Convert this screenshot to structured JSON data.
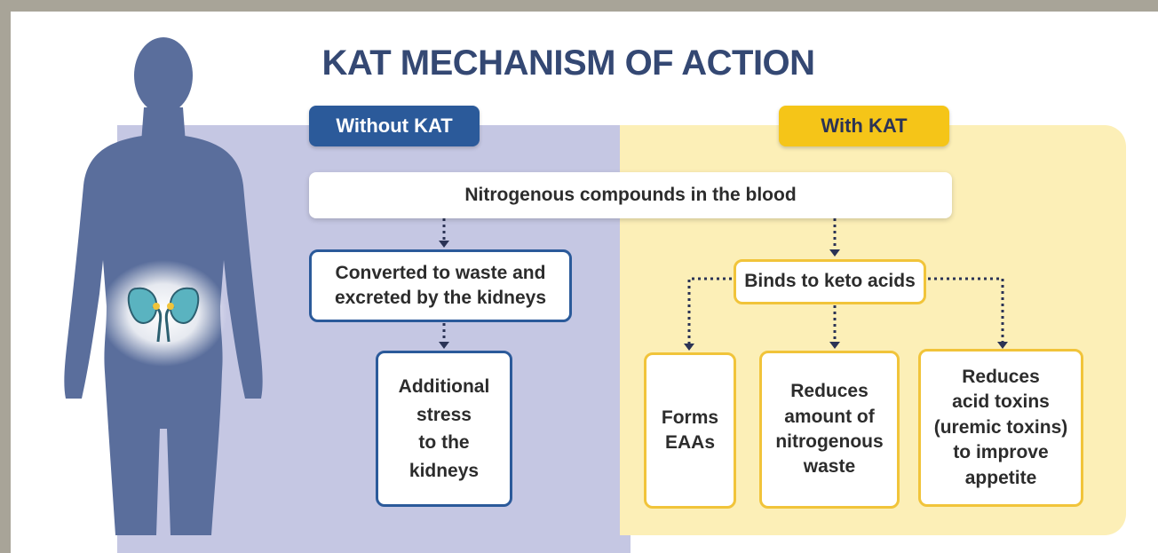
{
  "title": "KAT MECHANISM OF ACTION",
  "tabs": {
    "without": "Without KAT",
    "with": "With KAT"
  },
  "nodes": {
    "nitrogenous": "Nitrogenous compounds in the blood",
    "converted_line1": "Converted to waste and",
    "converted_line2": "excreted by the kidneys",
    "additional_lines": [
      "Additional",
      "stress",
      "to the",
      "kidneys"
    ],
    "binds": "Binds to keto acids",
    "forms_lines": [
      "Forms",
      "EAAs"
    ],
    "reduces_amount_lines": [
      "Reduces",
      "amount of",
      "nitrogenous",
      "waste"
    ],
    "reduces_acid_lines": [
      "Reduces",
      "acid toxins",
      "(uremic toxins)",
      "to improve",
      "appetite"
    ]
  },
  "colors": {
    "title": "#344873",
    "without_accent": "#2b5a9a",
    "with_accent": "#f5c518",
    "left_panel": "#c5c7e3",
    "right_panel": "#fcefb7",
    "figure": "#5a6e9c"
  },
  "icons": {
    "human_figure": "human-silhouette-icon",
    "kidneys": "kidneys-icon"
  }
}
